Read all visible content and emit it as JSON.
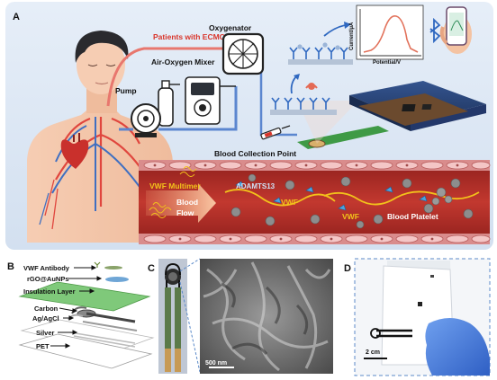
{
  "panels": {
    "a": {
      "letter": "A",
      "ecmo_label": "Patients with ECMO",
      "oxygenator_label": "Oxygenator",
      "mixer_label": "Air-Oxygen Mixer",
      "pump_label": "Pump",
      "collection_label": "Blood Collection Point",
      "vessel": {
        "vwf_multimer": "VWF Multimer",
        "adamts13": "ADAMTS13",
        "vwf_1": "VWF",
        "vwf_2": "VWF",
        "blood": "Blood",
        "flow": "Flow",
        "platelet": "Blood Platelet"
      },
      "plot": {
        "ylabel": "Current/μA",
        "xlabel": "Potential/V"
      }
    },
    "b": {
      "letter": "B",
      "layers": [
        "VWF Antibody",
        "rGO@AuNPs",
        "Insulation Layer",
        "Carbon",
        "Ag/AgCl",
        "Silver",
        "PET"
      ]
    },
    "c": {
      "letter": "C",
      "scale": "500 nm"
    },
    "d": {
      "letter": "D",
      "scale": "2 cm"
    }
  },
  "colors": {
    "vessel_red": "#b8302c",
    "artery": "#e0463e",
    "vein": "#3f6fc1",
    "label_green": "#2e7d32",
    "vwf_yellow": "#f2c21b",
    "ecmo_red": "#d9352b",
    "frame_blue": "#5b8ac9"
  }
}
